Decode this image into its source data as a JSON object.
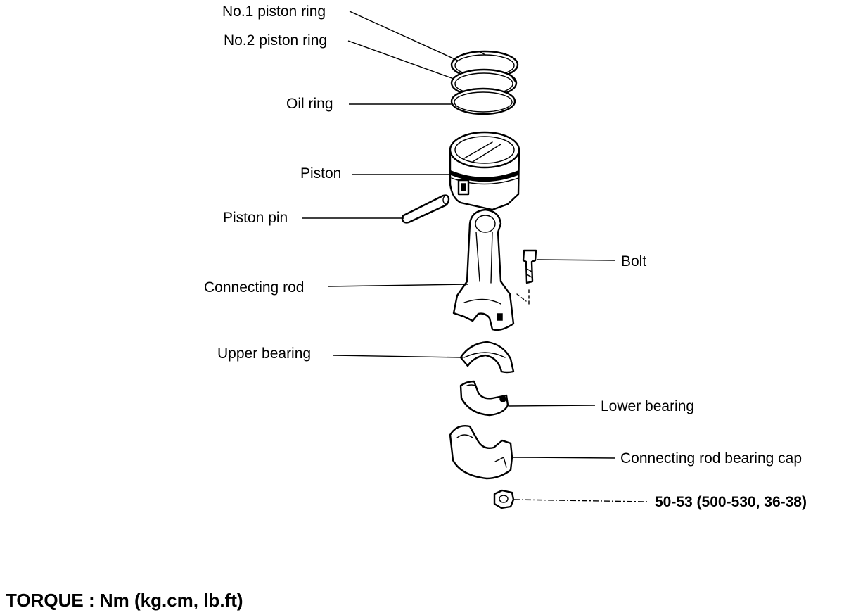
{
  "labels": {
    "ring1": "No.1 piston ring",
    "ring2": "No.2 piston ring",
    "oil_ring": "Oil ring",
    "piston": "Piston",
    "piston_pin": "Piston pin",
    "connecting_rod": "Connecting rod",
    "bolt": "Bolt",
    "upper_bearing": "Upper bearing",
    "lower_bearing": "Lower bearing",
    "bearing_cap": "Connecting rod bearing cap",
    "nut_torque": "50-53 (500-530, 36-38)"
  },
  "torque_caption": "TORQUE : Nm (kg.cm, lb.ft)"
}
